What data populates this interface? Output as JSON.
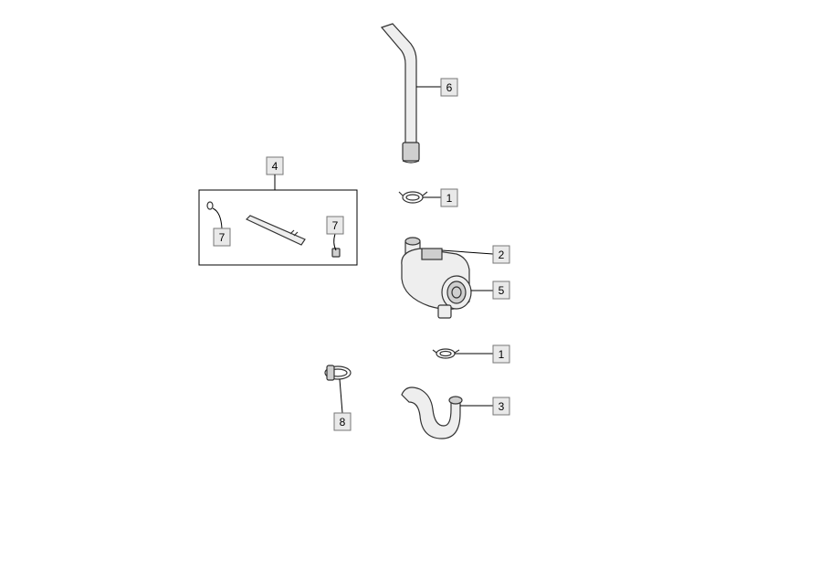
{
  "labels": {
    "hose_upper": "6",
    "clip_upper": "1",
    "pump": "2",
    "pump_cap": "5",
    "clip_lower": "1",
    "hose_lower": "3",
    "clamp": "8",
    "kit": "4",
    "kit_clip_left": "7",
    "kit_clip_right": "7"
  },
  "colors": {
    "line": "#333333",
    "label_fill": "#e9e9e9",
    "label_border": "#777777"
  }
}
